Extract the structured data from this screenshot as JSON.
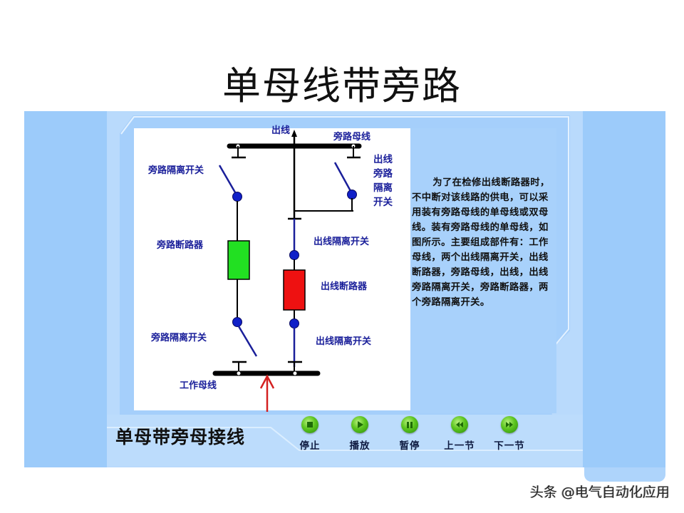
{
  "slide": {
    "title": "单母线带旁路"
  },
  "diagram": {
    "labels": {
      "outgoing_line": "出线",
      "bypass_bus": "旁路母线",
      "bypass_disconnector_top": "旁路隔离开关",
      "outgoing_bypass_disconnector": "出线旁路隔离开关",
      "outgoing_bypass_disconnector_lines": [
        "出线",
        "旁路",
        "隔离",
        "开关"
      ],
      "bypass_breaker": "旁路断路器",
      "outgoing_disconnector_top": "出线隔离开关",
      "outgoing_breaker": "出线断路器",
      "bypass_disconnector_bottom": "旁路隔离开关",
      "outgoing_disconnector_bottom": "出线隔离开关",
      "working_bus": "工作母线"
    },
    "colors": {
      "bus": "#000000",
      "conductor_bypass": "#000000",
      "conductor_outgoing": "#1a1f9a",
      "node": "#1020c8",
      "bypass_breaker": "#22e022",
      "outgoing_breaker": "#ee1111",
      "arrow": "#d42020",
      "label": "#1a1f9a"
    }
  },
  "description": {
    "text": "为了在检修出线断路器时，不中断对该线路的供电，可以采用装有旁路母线的单母线或双母线。装有旁路母线的单母线，如图所示。主要组成部件有：工作母线，两个出线隔离开关，出线断路器，旁路母线，出线，出线旁路隔离开关，旁路断路器，两个旁路隔离开关。"
  },
  "bottom_bar": {
    "section_title": "单母带旁母接线",
    "controls": [
      {
        "id": "stop",
        "label": "停止",
        "icon": "stop-icon"
      },
      {
        "id": "play",
        "label": "播放",
        "icon": "play-icon"
      },
      {
        "id": "pause",
        "label": "暂停",
        "icon": "pause-icon"
      },
      {
        "id": "prev",
        "label": "上一节",
        "icon": "rewind-icon"
      },
      {
        "id": "next",
        "label": "下一节",
        "icon": "fast-forward-icon"
      }
    ]
  },
  "watermark": {
    "text": "头条 @电气自动化应用"
  }
}
